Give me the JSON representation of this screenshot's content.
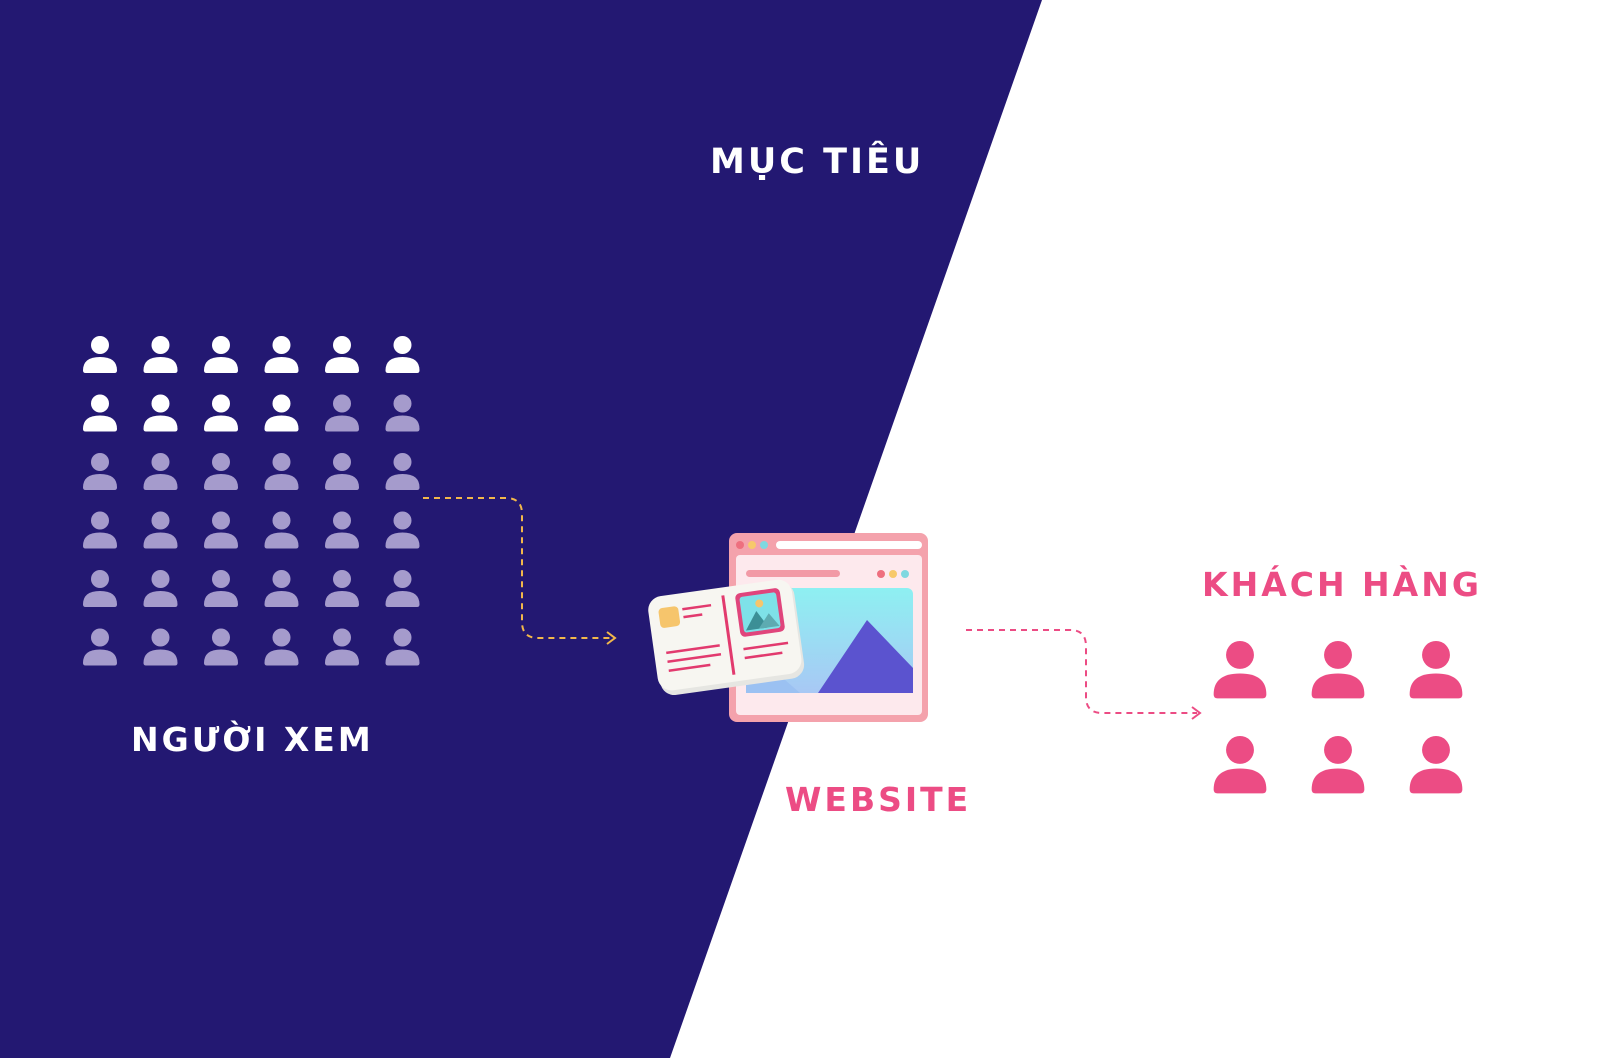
{
  "colors": {
    "background_left": "#231872",
    "background_right": "#ffffff",
    "viewer_converted": "#ffffff",
    "viewer_other": "#a59bcc",
    "customer": "#ec4c84",
    "arrow_left": "#f2b84b",
    "arrow_right": "#ec4c84",
    "accent": "#ec4c84"
  },
  "title": "MỤC TIÊU",
  "viewers": {
    "label": "NGƯỜI XEM",
    "rows": 6,
    "cols": 6,
    "highlighted_count": 10,
    "icon": "person-icon"
  },
  "website": {
    "label": "WEBSITE",
    "icon": "website-browser-icon"
  },
  "customers": {
    "label": "KHÁCH HÀNG",
    "count": 6,
    "icon": "person-icon"
  }
}
